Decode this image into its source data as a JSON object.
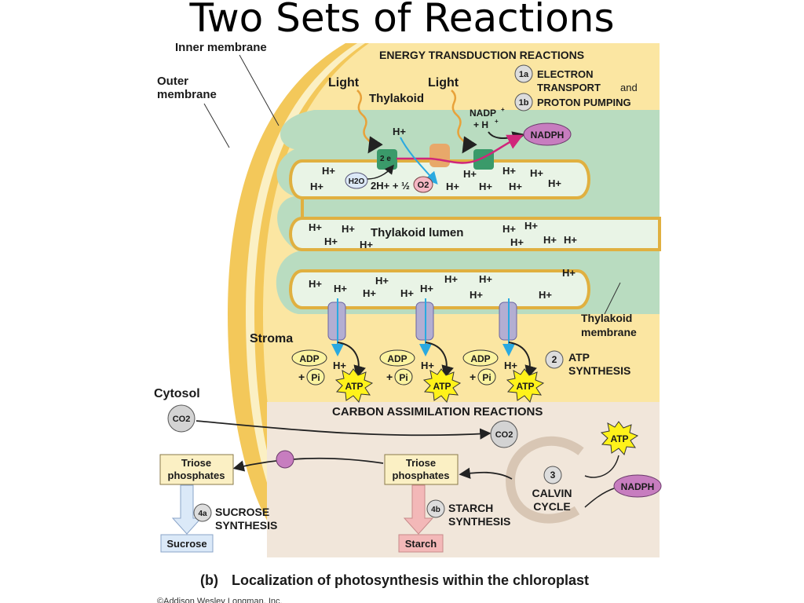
{
  "slide_title": "Two Sets of Reactions",
  "labels": {
    "inner_membrane": "Inner membrane",
    "outer_membrane_1": "Outer",
    "outer_membrane_2": "membrane",
    "energy_transduction": "ENERGY TRANSDUCTION REACTIONS",
    "light": "Light",
    "thylakoid": "Thylakoid",
    "electron_transport_1": "ELECTRON",
    "electron_transport_2": "TRANSPORT",
    "electron_transport_and": "and",
    "proton_pumping": "PROTON PUMPING",
    "step_1a": "1a",
    "step_1b": "1b",
    "nadp_plus": "NADP",
    "plus_h": "+ H",
    "nadph": "NADPH",
    "two_e": "2 e",
    "h2o": "H2O",
    "water_split": "2H+ + ½",
    "o2": "O2",
    "thylakoid_lumen": "Thylakoid lumen",
    "thylakoid_membrane_1": "Thylakoid",
    "thylakoid_membrane_2": "membrane",
    "stroma": "Stroma",
    "adp": "ADP",
    "pi": "Pi",
    "plus": "+",
    "h_plus": "H+",
    "atp": "ATP",
    "step_2": "2",
    "atp_synthesis_1": "ATP",
    "atp_synthesis_2": "SYNTHESIS",
    "cytosol": "Cytosol",
    "co2": "CO2",
    "carbon_assimilation": "CARBON ASSIMILATION REACTIONS",
    "triose_1": "Triose",
    "triose_2": "phosphates",
    "step_3": "3",
    "calvin_1": "CALVIN",
    "calvin_2": "CYCLE",
    "step_4a": "4a",
    "sucrose_synthesis_1": "SUCROSE",
    "sucrose_synthesis_2": "SYNTHESIS",
    "step_4b": "4b",
    "starch_synthesis_1": "STARCH",
    "starch_synthesis_2": "SYNTHESIS",
    "sucrose": "Sucrose",
    "starch": "Starch"
  },
  "caption": {
    "letter": "(b)",
    "text": "Localization of photosynthesis within the chloroplast"
  },
  "copyright": "©Addison Wesley Longman, Inc."
}
